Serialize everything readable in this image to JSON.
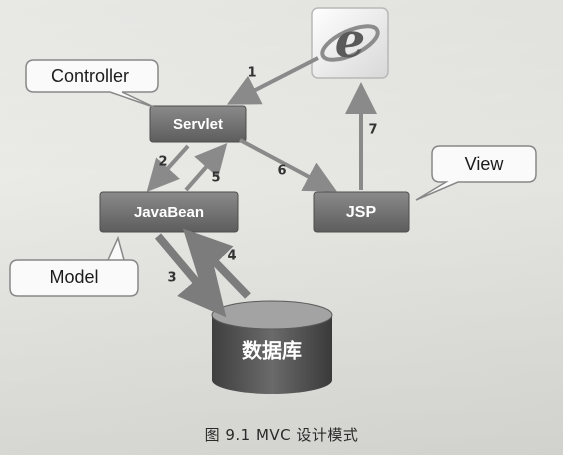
{
  "nodes": {
    "servlet": "Servlet",
    "javabean": "JavaBean",
    "jsp": "JSP",
    "database": "数据库"
  },
  "callouts": {
    "controller": "Controller",
    "view": "View",
    "model": "Model"
  },
  "arrows": {
    "a1": "1",
    "a2": "2",
    "a3": "3",
    "a4": "4",
    "a5": "5",
    "a6": "6",
    "a7": "7"
  },
  "caption": "图 9.1   MVC 设计模式",
  "icons": {
    "browser": "internet-explorer-icon"
  },
  "colors": {
    "box_fill": "#6e6e6e",
    "arrow": "#8a8a8a",
    "db_top": "#9a9a9a",
    "db_body": "#555555"
  }
}
